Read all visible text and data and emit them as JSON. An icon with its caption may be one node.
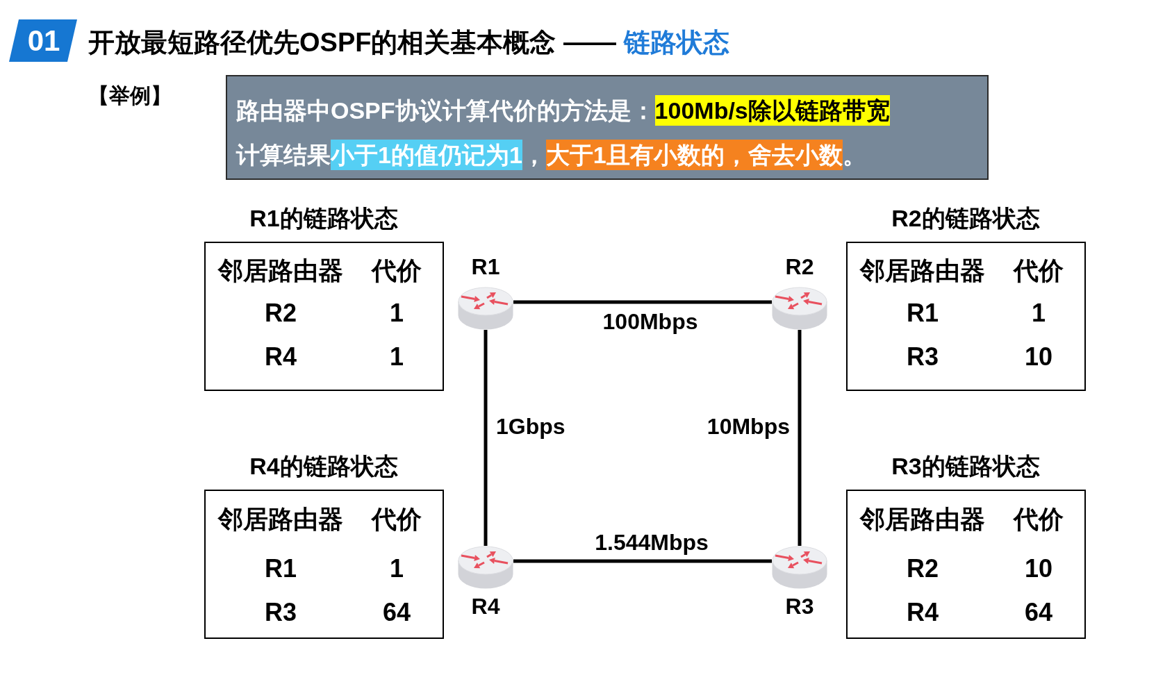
{
  "diagram": {
    "title": "开放最短路径优先OSPF的相关基本概念 —— **链路状态**",
    "nodes": [
      {
        "text": [
          "01"
        ]
      },
      {
        "text": [
          "路由器中OSPF协议计算代价的方法是：",
          "100Mb/s除以链路带宽",
          "计算结果",
          "小于1的值仍记为1",
          "，",
          "大于1且有小数的，舍去小数",
          "。"
        ]
      },
      {
        "text": [
          "R1的链路状态",
          "邻居路由器",
          "代价",
          "R2",
          "1",
          "R4",
          "1"
        ]
      },
      {
        "text": [
          "R2的链路状态",
          "邻居路由器",
          "代价",
          "R1",
          "1",
          "R3",
          "10"
        ]
      },
      {
        "text": [
          "R1"
        ]
      },
      {
        "text": [
          "R2"
        ]
      },
      {
        "text": [
          "R4的链路状态",
          "邻居路由器",
          "代价",
          "R1",
          "1",
          "R3",
          "64"
        ]
      },
      {
        "text": [
          "R3的链路状态",
          "邻居路由器",
          "代价",
          "R2",
          "10",
          "R4",
          "64"
        ]
      },
      {
        "text": [
          "R4"
        ]
      },
      {
        "text": [
          "R3"
        ]
      }
    ],
    "edges": [
      {
        "from": 4,
        "to": 5,
        "arrow": "none",
        "label": "100Mbps"
      },
      {
        "from": 4,
        "to": 8,
        "arrow": "none",
        "label": "1Gbps"
      },
      {
        "from": 5,
        "to": 9,
        "arrow": "none",
        "label": "10Mbps"
      },
      {
        "from": 8,
        "to": 9,
        "arrow": "none",
        "label": "1.544Mbps"
      }
    ],
    "labels": [
      "【举例】"
    ]
  }
}
